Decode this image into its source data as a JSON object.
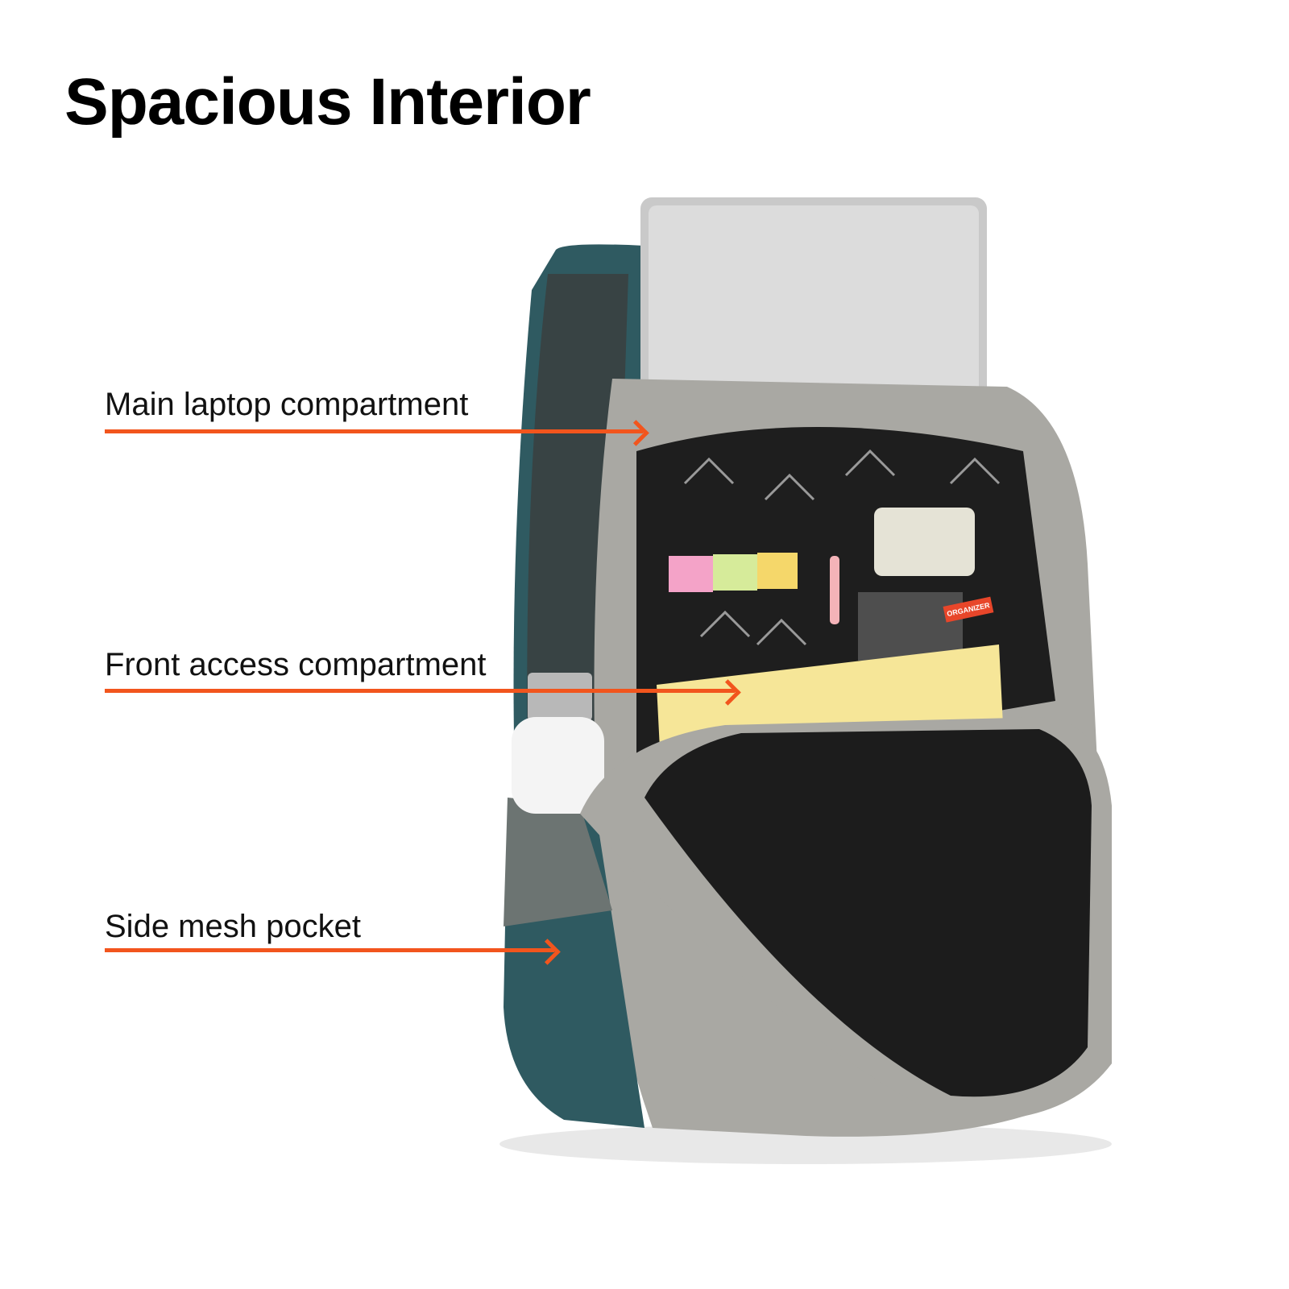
{
  "title": "Spacious Interior",
  "callouts": [
    {
      "label": "Main laptop compartment"
    },
    {
      "label": "Front access compartment"
    },
    {
      "label": "Side mesh pocket"
    }
  ],
  "colors": {
    "accent": "#f2551d",
    "bag_teal": "#2f5a61",
    "bag_grey": "#a9a8a3",
    "lining": "#1e1e1e"
  },
  "product_tag": "ORGANIZER"
}
